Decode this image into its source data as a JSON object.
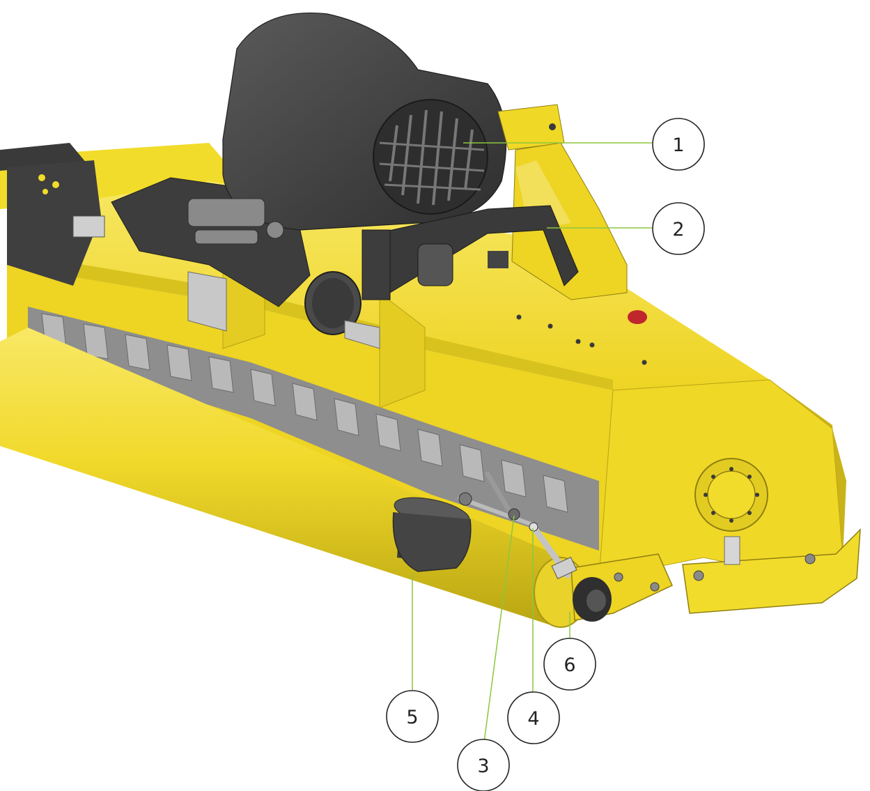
{
  "colors": {
    "body_yellow": "#f2dc2b",
    "body_yellow_light": "#f7e763",
    "body_yellow_dark": "#c9b319",
    "shade": "#a89614",
    "metal_dark": "#3a3a3a",
    "metal_mid": "#555555",
    "metal_light": "#8a8a8a",
    "steel": "#b9b9b9",
    "leader_line": "#8cc63f",
    "red_accent": "#c0272d"
  },
  "callouts": [
    {
      "id": "1",
      "label": "1"
    },
    {
      "id": "2",
      "label": "2"
    },
    {
      "id": "3",
      "label": "3"
    },
    {
      "id": "4",
      "label": "4"
    },
    {
      "id": "5",
      "label": "5"
    },
    {
      "id": "6",
      "label": "6"
    }
  ]
}
